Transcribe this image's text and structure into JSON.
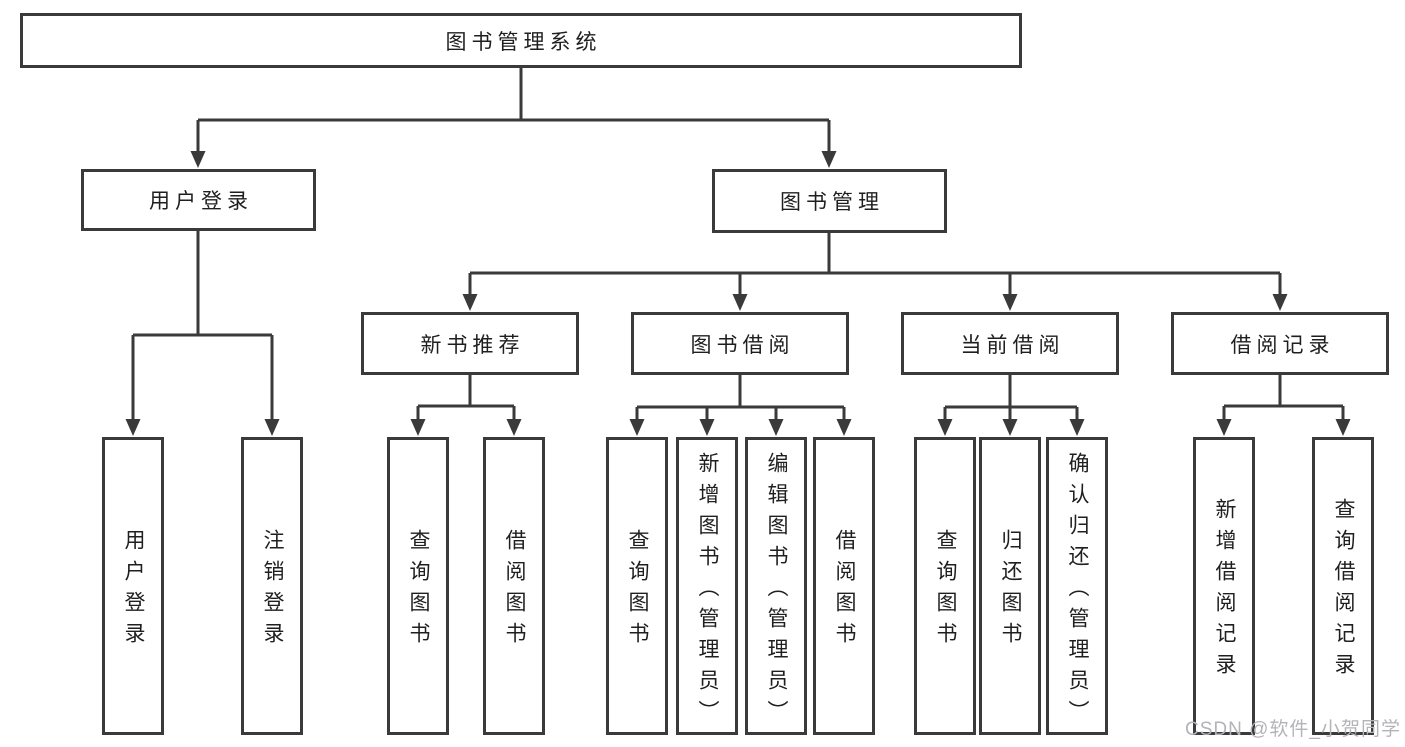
{
  "diagram_title": "图书管理系统",
  "nodes": {
    "root": {
      "label": "图书管理系统"
    },
    "level2": [
      {
        "label": "用户登录"
      },
      {
        "label": "图书管理"
      }
    ],
    "level3": [
      {
        "label": "新书推荐"
      },
      {
        "label": "图书借阅"
      },
      {
        "label": "当前借阅"
      },
      {
        "label": "借阅记录"
      }
    ],
    "leaves": [
      {
        "label": "用户登录",
        "parent": "用户登录"
      },
      {
        "label": "注销登录",
        "parent": "用户登录"
      },
      {
        "label": "查询图书",
        "parent": "新书推荐"
      },
      {
        "label": "借阅图书",
        "parent": "新书推荐"
      },
      {
        "label": "查询图书",
        "parent": "图书借阅"
      },
      {
        "label": "新增图书（管理员）",
        "parent": "图书借阅"
      },
      {
        "label": "编辑图书（管理员）",
        "parent": "图书借阅"
      },
      {
        "label": "借阅图书",
        "parent": "图书借阅"
      },
      {
        "label": "查询图书",
        "parent": "当前借阅"
      },
      {
        "label": "归还图书",
        "parent": "当前借阅"
      },
      {
        "label": "确认归还（管理员）",
        "parent": "当前借阅"
      },
      {
        "label": "新增借阅记录",
        "parent": "借阅记录"
      },
      {
        "label": "查询借阅记录",
        "parent": "借阅记录"
      }
    ]
  },
  "watermark": {
    "text": "CSDN @软件_小贺同学"
  },
  "colors": {
    "line": "#3a3a3a",
    "box_border": "#3a3a3a",
    "text": "#1f1f1f",
    "watermark": "#b4b4b8",
    "background": "#ffffff"
  }
}
